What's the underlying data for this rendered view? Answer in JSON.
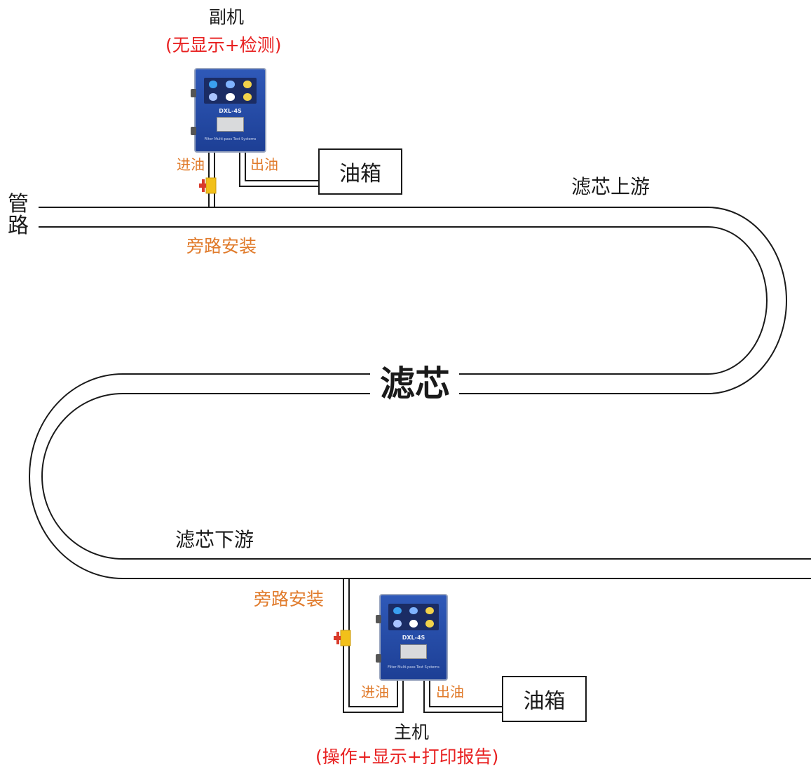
{
  "title": "",
  "labels": {
    "sub_unit": "副机",
    "sub_unit_note": "(无显示+检测)",
    "main_unit": "主机",
    "main_unit_note": "(操作+显示+打印报告)",
    "pipe": "管路",
    "filter": "滤芯",
    "upstream": "滤芯上游",
    "downstream": "滤芯下游",
    "bypass_top": "旁路安装",
    "bypass_bottom": "旁路安装",
    "inlet_top": "进油",
    "outlet_top": "出油",
    "inlet_bottom": "进油",
    "outlet_bottom": "出油",
    "tank_top": "油箱",
    "tank_bottom": "油箱",
    "device_model": "DXL-4S",
    "device_subtitle": "Filter Multi-pass Test Systems"
  },
  "colors": {
    "line": "#1a1a1a",
    "orange_text": "#e07a2a",
    "red_text": "#e82020",
    "device_blue": "#2f59b8",
    "valve_yellow": "#f2c01a",
    "valve_red": "#d93a2a"
  },
  "icons": [
    "valve-icon",
    "device-unit"
  ]
}
